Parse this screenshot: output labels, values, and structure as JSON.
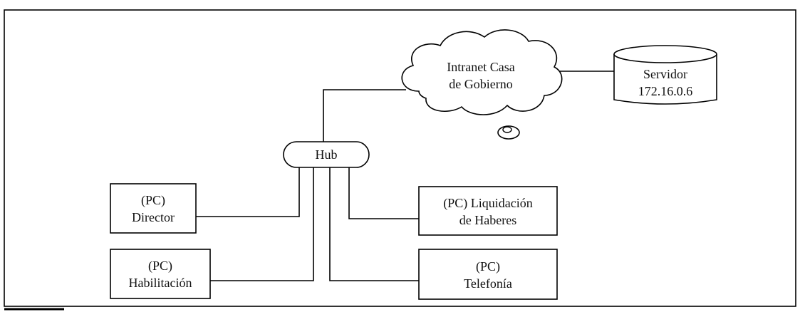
{
  "nodes": {
    "cloud": {
      "line1": "Intranet Casa",
      "line2": "de Gobierno"
    },
    "server": {
      "line1": "Servidor",
      "line2": "172.16.0.6"
    },
    "hub": {
      "label": "Hub"
    },
    "pc_director": {
      "line1": "(PC)",
      "line2": "Director"
    },
    "pc_habilitacion": {
      "line1": "(PC)",
      "line2": "Habilitación"
    },
    "pc_liquidacion": {
      "line1": "(PC) Liquidación",
      "line2": "de Haberes"
    },
    "pc_telefonia": {
      "line1": "(PC)",
      "line2": "Telefonía"
    }
  },
  "colors": {
    "line": "#000000",
    "background": "#ffffff"
  }
}
